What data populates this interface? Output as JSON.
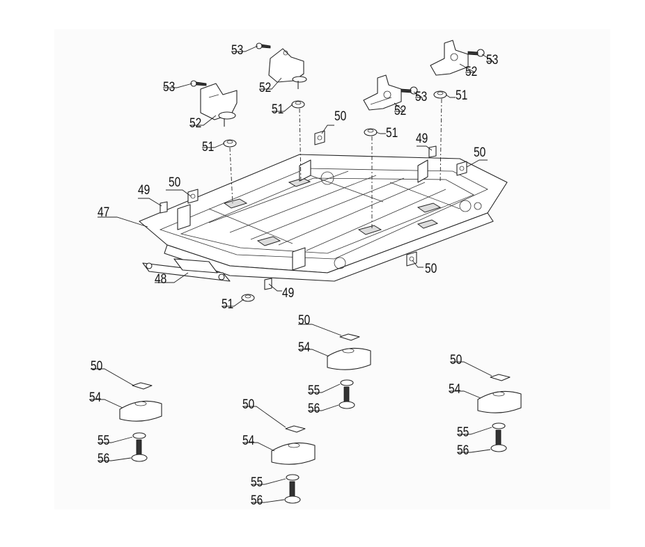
{
  "callouts": {
    "c47": "47",
    "c48": "48",
    "c49a": "49",
    "c49b": "49",
    "c49c": "49",
    "c50a": "50",
    "c50b": "50",
    "c50c": "50",
    "c50d": "50",
    "c50e": "50",
    "c50f": "50",
    "c50g": "50",
    "c50h": "50",
    "c51a": "51",
    "c51b": "51",
    "c51c": "51",
    "c51d": "51",
    "c51e": "51",
    "c52a": "52",
    "c52b": "52",
    "c52c": "52",
    "c52d": "52",
    "c53a": "53",
    "c53b": "53",
    "c53c": "53",
    "c53d": "53",
    "c54a": "54",
    "c54b": "54",
    "c54c": "54",
    "c54d": "54",
    "c55a": "55",
    "c55b": "55",
    "c55c": "55",
    "c55d": "55",
    "c56a": "56",
    "c56b": "56",
    "c56c": "56",
    "c56d": "56"
  }
}
